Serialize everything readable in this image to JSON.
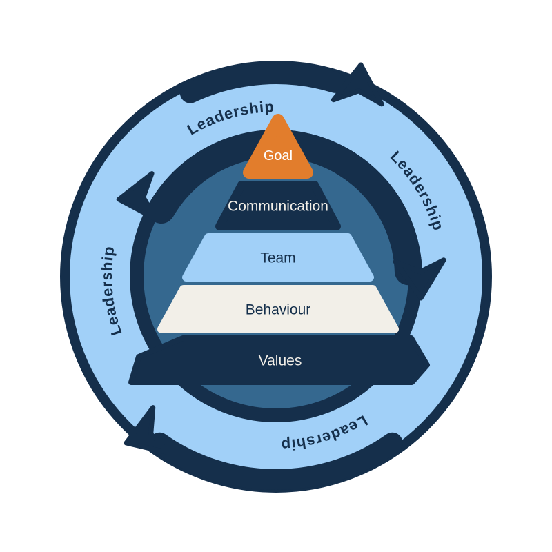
{
  "diagram": {
    "title": "Leadership cycle pyramid",
    "ring": {
      "labels": [
        {
          "position": "top",
          "text": "Leadership"
        },
        {
          "position": "right",
          "text": "Leadership"
        },
        {
          "position": "bottom",
          "text": "Leadership"
        },
        {
          "position": "left",
          "text": "Leadership"
        }
      ]
    },
    "pyramid": {
      "levels": [
        {
          "id": "goal",
          "label": "Goal",
          "fill": "#E27D2C",
          "text_color": "#FFFFFF"
        },
        {
          "id": "communication",
          "label": "Communication",
          "fill": "#152F4B",
          "text_color": "#F2EFE8"
        },
        {
          "id": "team",
          "label": "Team",
          "fill": "#A1D0F8",
          "text_color": "#152F4B"
        },
        {
          "id": "behaviour",
          "label": "Behaviour",
          "fill": "#F2EFE8",
          "text_color": "#152F4B"
        },
        {
          "id": "values",
          "label": "Values",
          "fill": "#152F4B",
          "text_color": "#F2EFE8"
        }
      ]
    },
    "colors": {
      "navy": "#152F4B",
      "light_blue": "#A1D0F8",
      "mid_blue": "#35688F",
      "orange": "#E27D2C",
      "cream": "#F2EFE8",
      "background": "#FFFFFF"
    },
    "cycle": {
      "direction": "clockwise"
    }
  }
}
